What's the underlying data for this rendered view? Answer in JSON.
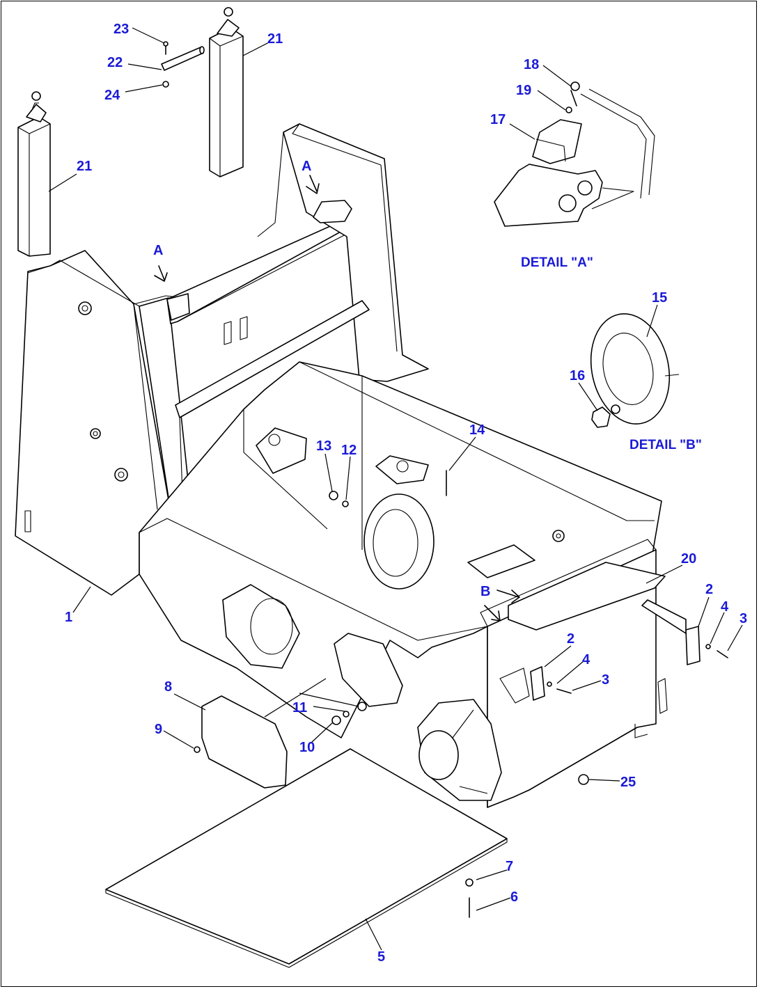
{
  "colors": {
    "label": "#1a1ad6",
    "line": "#000000",
    "background": "#ffffff"
  },
  "callouts": {
    "c1": "1",
    "c2a": "2",
    "c2b": "2",
    "c3a": "3",
    "c3b": "3",
    "c4a": "4",
    "c4b": "4",
    "c5": "5",
    "c6": "6",
    "c7": "7",
    "c8": "8",
    "c9": "9",
    "c10": "10",
    "c11": "11",
    "c12": "12",
    "c13": "13",
    "c14": "14",
    "c15": "15",
    "c16": "16",
    "c17": "17",
    "c18": "18",
    "c19": "19",
    "c20": "20",
    "c21a": "21",
    "c21b": "21",
    "c22": "22",
    "c23": "23",
    "c24": "24",
    "c25": "25"
  },
  "view_markers": {
    "a_left": "A",
    "a_right": "A",
    "b": "B"
  },
  "details": {
    "detail_a": "DETAIL \"A\"",
    "detail_b": "DETAIL \"B\""
  }
}
